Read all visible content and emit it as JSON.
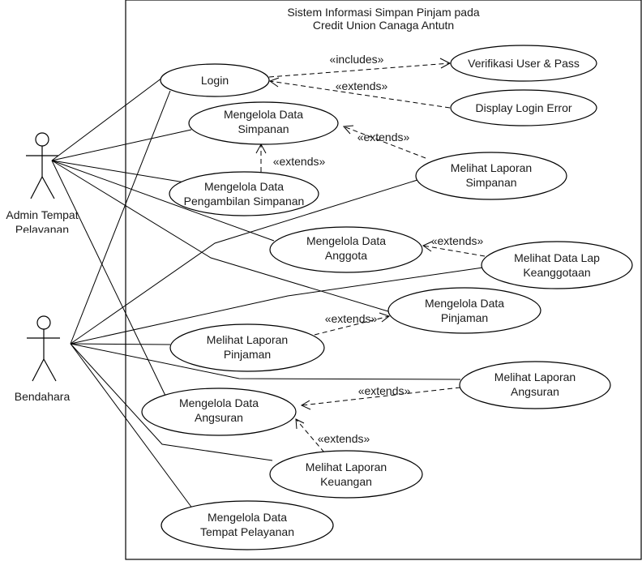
{
  "system": {
    "title_line1": "Sistem Informasi Simpan Pinjam pada",
    "title_line2": "Credit Union Canaga Antutn"
  },
  "actors": {
    "admin": {
      "line1": "Admin Tempat",
      "line2": "Pelayanan"
    },
    "bendahara": {
      "line1": "Bendahara"
    }
  },
  "use_cases": {
    "login": {
      "line1": "Login",
      "line2": ""
    },
    "verifikasi": {
      "line1": "Verifikasi User & Pass",
      "line2": ""
    },
    "display_error": {
      "line1": "Display Login Error",
      "line2": ""
    },
    "kelola_simpanan": {
      "line1": "Mengelola Data",
      "line2": "Simpanan"
    },
    "kelola_pengambilan": {
      "line1": "Mengelola Data",
      "line2": "Pengambilan Simpanan"
    },
    "lap_simpanan": {
      "line1": "Melihat Laporan",
      "line2": "Simpanan"
    },
    "kelola_anggota": {
      "line1": "Mengelola Data",
      "line2": "Anggota"
    },
    "lap_keanggotaan": {
      "line1": "Melihat Data Lap",
      "line2": "Keanggotaan"
    },
    "kelola_pinjaman": {
      "line1": "Mengelola Data",
      "line2": "Pinjaman"
    },
    "lap_pinjaman": {
      "line1": "Melihat Laporan",
      "line2": "Pinjaman"
    },
    "lap_angsuran": {
      "line1": "Melihat Laporan",
      "line2": "Angsuran"
    },
    "kelola_angsuran": {
      "line1": "Mengelola Data",
      "line2": "Angsuran"
    },
    "lap_keuangan": {
      "line1": "Melihat Laporan",
      "line2": "Keuangan"
    },
    "kelola_tempat": {
      "line1": "Mengelola Data",
      "line2": "Tempat Pelayanan"
    }
  },
  "relations": {
    "includes_label": "«includes»",
    "extends_label": "«extends»"
  }
}
